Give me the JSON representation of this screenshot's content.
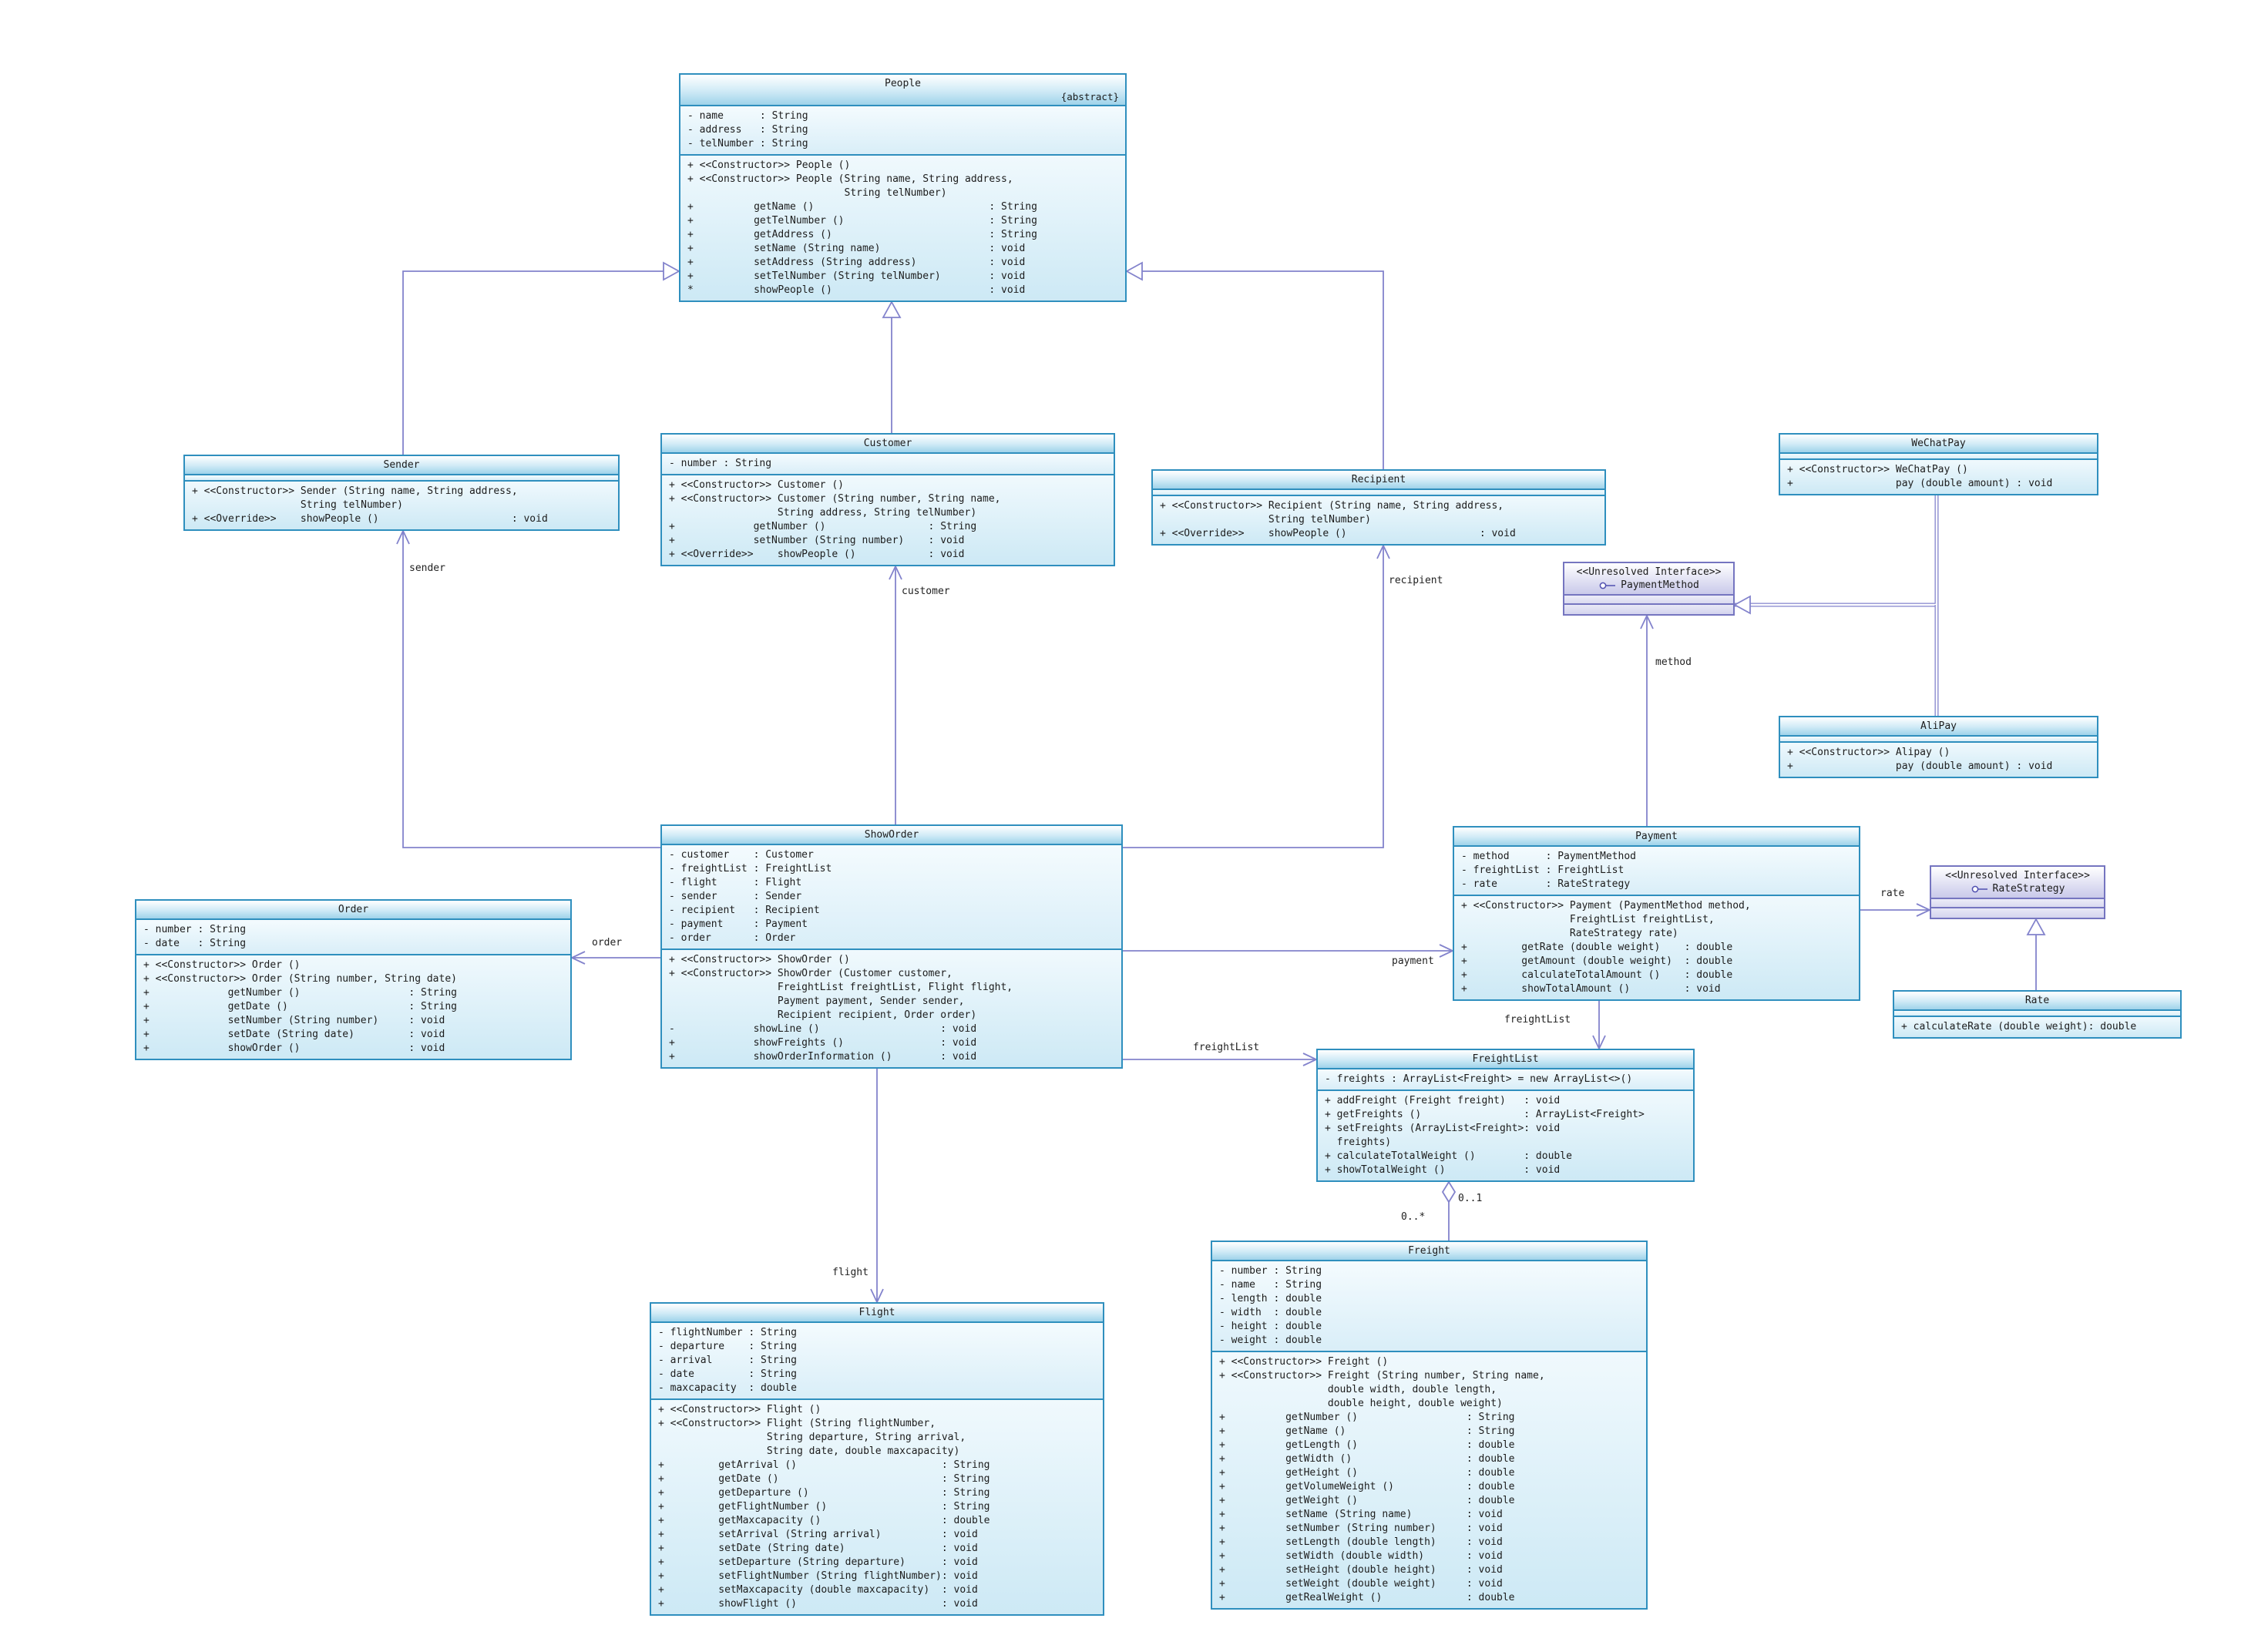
{
  "diagram": {
    "colors": {
      "class_border": "#2f8fbe",
      "interface_border": "#7575c0",
      "connector": "#8383cc"
    },
    "classes": [
      {
        "id": "people",
        "kind": "class",
        "name": "People",
        "stereotype": "{abstract}",
        "attributes": [
          "- name      : String",
          "- address   : String",
          "- telNumber : String"
        ],
        "methods": [
          "+ <<Constructor>> People ()",
          "+ <<Constructor>> People (String name, String address,",
          "                          String telNumber)",
          "+          getName ()                             : String",
          "+          getTelNumber ()                        : String",
          "+          getAddress ()                          : String",
          "+          setName (String name)                  : void",
          "+          setAddress (String address)            : void",
          "+          setTelNumber (String telNumber)        : void",
          "*          showPeople ()                          : void"
        ]
      },
      {
        "id": "sender",
        "kind": "class",
        "name": "Sender",
        "attributes": [],
        "methods": [
          "+ <<Constructor>> Sender (String name, String address,",
          "                  String telNumber)",
          "+ <<Override>>    showPeople ()                      : void"
        ]
      },
      {
        "id": "customer",
        "kind": "class",
        "name": "Customer",
        "attributes": [
          "- number : String"
        ],
        "methods": [
          "+ <<Constructor>> Customer ()",
          "+ <<Constructor>> Customer (String number, String name,",
          "                  String address, String telNumber)",
          "+             getNumber ()                 : String",
          "+             setNumber (String number)    : void",
          "+ <<Override>>    showPeople ()            : void"
        ]
      },
      {
        "id": "recipient",
        "kind": "class",
        "name": "Recipient",
        "attributes": [],
        "methods": [
          "+ <<Constructor>> Recipient (String name, String address,",
          "                  String telNumber)",
          "+ <<Override>>    showPeople ()                      : void"
        ]
      },
      {
        "id": "wechatpay",
        "kind": "class",
        "name": "WeChatPay",
        "attributes": [],
        "methods": [
          "+ <<Constructor>> WeChatPay ()",
          "+                 pay (double amount) : void"
        ]
      },
      {
        "id": "paymentmethod",
        "kind": "interface",
        "name": "PaymentMethod",
        "stereotype": "<<Unresolved Interface>>",
        "attributes": [],
        "methods": []
      },
      {
        "id": "alipay",
        "kind": "class",
        "name": "AliPay",
        "attributes": [],
        "methods": [
          "+ <<Constructor>> Alipay ()",
          "+                 pay (double amount) : void"
        ]
      },
      {
        "id": "showorder",
        "kind": "class",
        "name": "ShowOrder",
        "attributes": [
          "- customer    : Customer",
          "- freightList : FreightList",
          "- flight      : Flight",
          "- sender      : Sender",
          "- recipient   : Recipient",
          "- payment     : Payment",
          "- order       : Order"
        ],
        "methods": [
          "+ <<Constructor>> ShowOrder ()",
          "+ <<Constructor>> ShowOrder (Customer customer,",
          "                  FreightList freightList, Flight flight,",
          "                  Payment payment, Sender sender,",
          "                  Recipient recipient, Order order)",
          "-             showLine ()                    : void",
          "+             showFreights ()                : void",
          "+             showOrderInformation ()        : void"
        ]
      },
      {
        "id": "order",
        "kind": "class",
        "name": "Order",
        "attributes": [
          "- number : String",
          "- date   : String"
        ],
        "methods": [
          "+ <<Constructor>> Order ()",
          "+ <<Constructor>> Order (String number, String date)",
          "+             getNumber ()                  : String",
          "+             getDate ()                    : String",
          "+             setNumber (String number)     : void",
          "+             setDate (String date)         : void",
          "+             showOrder ()                  : void"
        ]
      },
      {
        "id": "payment",
        "kind": "class",
        "name": "Payment",
        "attributes": [
          "- method      : PaymentMethod",
          "- freightList : FreightList",
          "- rate        : RateStrategy"
        ],
        "methods": [
          "+ <<Constructor>> Payment (PaymentMethod method,",
          "                  FreightList freightList,",
          "                  RateStrategy rate)",
          "+         getRate (double weight)    : double",
          "+         getAmount (double weight)  : double",
          "+         calculateTotalAmount ()    : double",
          "+         showTotalAmount ()         : void"
        ]
      },
      {
        "id": "ratestrategy",
        "kind": "interface",
        "name": "RateStrategy",
        "stereotype": "<<Unresolved Interface>>",
        "attributes": [],
        "methods": []
      },
      {
        "id": "rate",
        "kind": "class",
        "name": "Rate",
        "attributes": [],
        "methods": [
          "+ calculateRate (double weight): double"
        ]
      },
      {
        "id": "freightlist",
        "kind": "class",
        "name": "FreightList",
        "attributes": [
          "- freights : ArrayList<Freight> = new ArrayList<>()"
        ],
        "methods": [
          "+ addFreight (Freight freight)   : void",
          "+ getFreights ()                 : ArrayList<Freight>",
          "+ setFreights (ArrayList<Freight>: void",
          "  freights)",
          "+ calculateTotalWeight ()        : double",
          "+ showTotalWeight ()             : void"
        ]
      },
      {
        "id": "freight",
        "kind": "class",
        "name": "Freight",
        "attributes": [
          "- number : String",
          "- name   : String",
          "- length : double",
          "- width  : double",
          "- height : double",
          "- weight : double"
        ],
        "methods": [
          "+ <<Constructor>> Freight ()",
          "+ <<Constructor>> Freight (String number, String name,",
          "                  double width, double length,",
          "                  double height, double weight)",
          "+          getNumber ()                  : String",
          "+          getName ()                    : String",
          "+          getLength ()                  : double",
          "+          getWidth ()                   : double",
          "+          getHeight ()                  : double",
          "+          getVolumeWeight ()            : double",
          "+          getWeight ()                  : double",
          "+          setName (String name)         : void",
          "+          setNumber (String number)     : void",
          "+          setLength (double length)     : void",
          "+          setWidth (double width)       : void",
          "+          setHeight (double height)     : void",
          "+          setWeight (double weight)     : void",
          "+          getRealWeight ()              : double"
        ]
      },
      {
        "id": "flight",
        "kind": "class",
        "name": "Flight",
        "attributes": [
          "- flightNumber : String",
          "- departure    : String",
          "- arrival      : String",
          "- date         : String",
          "- maxcapacity  : double"
        ],
        "methods": [
          "+ <<Constructor>> Flight ()",
          "+ <<Constructor>> Flight (String flightNumber,",
          "                  String departure, String arrival,",
          "                  String date, double maxcapacity)",
          "+         getArrival ()                        : String",
          "+         getDate ()                           : String",
          "+         getDeparture ()                      : String",
          "+         getFlightNumber ()                   : String",
          "+         getMaxcapacity ()                    : double",
          "+         setArrival (String arrival)          : void",
          "+         setDate (String date)                : void",
          "+         setDeparture (String departure)      : void",
          "+         setFlightNumber (String flightNumber): void",
          "+         setMaxcapacity (double maxcapacity)  : void",
          "+         showFlight ()                        : void"
        ]
      }
    ],
    "connectors": [
      {
        "id": "gen-sender-people",
        "type": "generalization",
        "source": "Sender",
        "target": "People"
      },
      {
        "id": "gen-customer-people",
        "type": "generalization",
        "source": "Customer",
        "target": "People"
      },
      {
        "id": "gen-recipient-people",
        "type": "generalization",
        "source": "Recipient",
        "target": "People"
      },
      {
        "id": "real-wechatpay-paymentmethod",
        "type": "realization",
        "source": "WeChatPay",
        "target": "PaymentMethod"
      },
      {
        "id": "real-alipay-paymentmethod",
        "type": "realization-join",
        "source": "AliPay",
        "target": "PaymentMethod"
      },
      {
        "id": "assoc-payment-method",
        "type": "association",
        "source": "Payment",
        "target": "PaymentMethod",
        "label": "method"
      },
      {
        "id": "assoc-payment-rate",
        "type": "association",
        "source": "Payment",
        "target": "RateStrategy",
        "label": "rate"
      },
      {
        "id": "gen-rate-ratestrategy",
        "type": "generalization",
        "source": "Rate",
        "target": "RateStrategy"
      },
      {
        "id": "assoc-showorder-order",
        "type": "association",
        "source": "ShowOrder",
        "target": "Order",
        "label": "order"
      },
      {
        "id": "assoc-showorder-sender",
        "type": "association",
        "source": "ShowOrder",
        "target": "Sender",
        "label": "sender"
      },
      {
        "id": "assoc-showorder-customer",
        "type": "association",
        "source": "ShowOrder",
        "target": "Customer",
        "label": "customer"
      },
      {
        "id": "assoc-showorder-recipient",
        "type": "association",
        "source": "ShowOrder",
        "target": "Recipient",
        "label": "recipient"
      },
      {
        "id": "assoc-showorder-payment",
        "type": "association",
        "source": "ShowOrder",
        "target": "Payment",
        "label": "payment"
      },
      {
        "id": "assoc-showorder-freightlist",
        "type": "association",
        "source": "ShowOrder",
        "target": "FreightList",
        "label": "freightList"
      },
      {
        "id": "assoc-showorder-flight",
        "type": "association",
        "source": "ShowOrder",
        "target": "Flight",
        "label": "flight"
      },
      {
        "id": "assoc-payment-freightlist",
        "type": "association",
        "source": "Payment",
        "target": "FreightList",
        "label": "freightList"
      },
      {
        "id": "agg-freightlist-freight",
        "type": "aggregation",
        "source": "FreightList",
        "target": "Freight",
        "multiplicities": {
          "source": "0..1",
          "target": "0..*"
        }
      }
    ]
  }
}
